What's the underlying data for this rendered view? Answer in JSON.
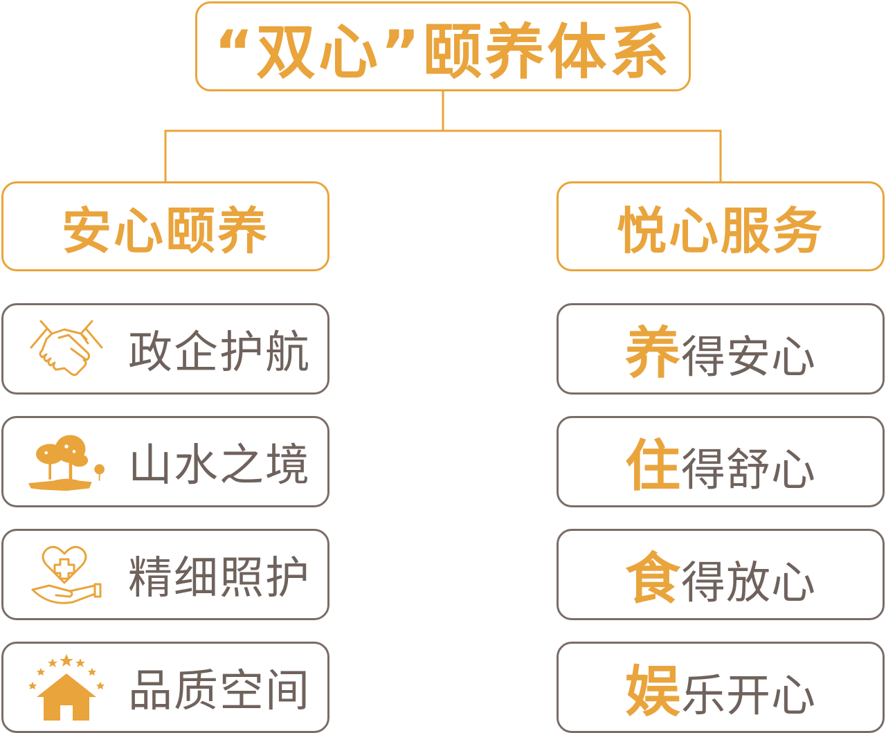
{
  "title": "“双心”颐养体系",
  "left": {
    "heading": "安心颐养",
    "items": [
      {
        "label": "政企护航",
        "icon": "handshake-icon"
      },
      {
        "label": "山水之境",
        "icon": "landscape-trees-icon"
      },
      {
        "label": "精细照护",
        "icon": "heart-care-hand-icon"
      },
      {
        "label": "品质空间",
        "icon": "house-stars-icon"
      }
    ]
  },
  "right": {
    "heading": "悦心服务",
    "items": [
      {
        "accent": "养",
        "rest": "得安心"
      },
      {
        "accent": "住",
        "rest": "得舒心"
      },
      {
        "accent": "食",
        "rest": "得放心"
      },
      {
        "accent": "娱",
        "rest": "乐开心"
      }
    ]
  },
  "colors": {
    "accent": "#E9A43C",
    "text": "#6F625C",
    "border_gray": "#7A6C66"
  }
}
